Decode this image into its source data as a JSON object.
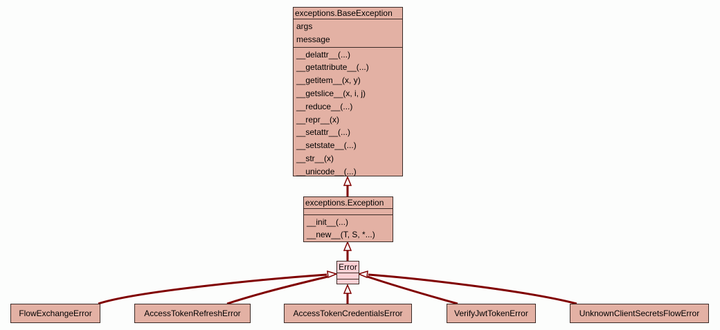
{
  "diagram": {
    "type": "class-hierarchy",
    "classes": {
      "base_exception": {
        "name": "exceptions.BaseException",
        "attributes": [
          "args",
          "message"
        ],
        "methods": [
          "__delattr__(...)",
          "__getattribute__(...)",
          "__getitem__(x, y)",
          "__getslice__(x, i, j)",
          "__reduce__(...)",
          "__repr__(x)",
          "__setattr__(...)",
          "__setstate__(...)",
          "__str__(x)",
          "__unicode__(...)"
        ]
      },
      "exception": {
        "name": "exceptions.Exception",
        "attributes": [],
        "methods": [
          "__init__(...)",
          "__new__(T, S, *...)"
        ]
      },
      "error": {
        "name": "Error",
        "attributes": [],
        "methods": []
      },
      "subclasses": [
        {
          "name": "FlowExchangeError"
        },
        {
          "name": "AccessTokenRefreshError"
        },
        {
          "name": "AccessTokenCredentialsError"
        },
        {
          "name": "VerifyJwtTokenError"
        },
        {
          "name": "UnknownClientSecretsFlowError"
        }
      ]
    },
    "edges": [
      {
        "from": "exceptions.Exception",
        "to": "exceptions.BaseException",
        "kind": "inheritance"
      },
      {
        "from": "Error",
        "to": "exceptions.Exception",
        "kind": "inheritance"
      },
      {
        "from": "FlowExchangeError",
        "to": "Error",
        "kind": "inheritance"
      },
      {
        "from": "AccessTokenRefreshError",
        "to": "Error",
        "kind": "inheritance"
      },
      {
        "from": "AccessTokenCredentialsError",
        "to": "Error",
        "kind": "inheritance"
      },
      {
        "from": "VerifyJwtTokenError",
        "to": "Error",
        "kind": "inheritance"
      },
      {
        "from": "UnknownClientSecretsFlowError",
        "to": "Error",
        "kind": "inheritance"
      }
    ],
    "colors": {
      "class_fill": "#e3b1a4",
      "highlight_fill": "#fdd0d4",
      "edge": "#800000",
      "border": "#3a2a26"
    }
  }
}
